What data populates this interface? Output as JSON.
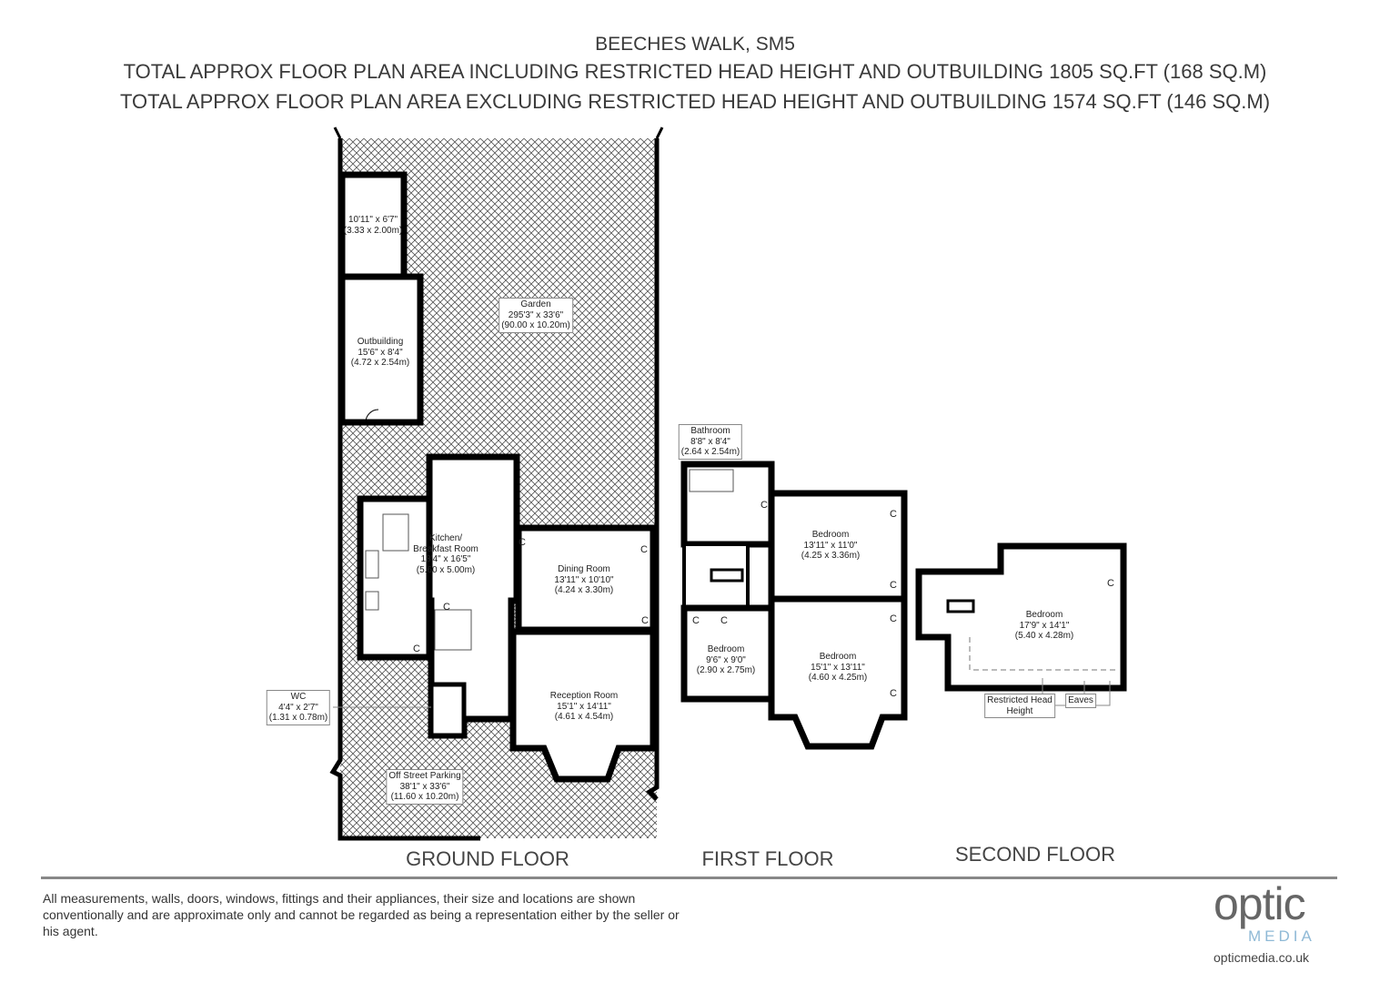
{
  "header": {
    "title": "BEECHES WALK, SM5",
    "line_including": "TOTAL APPROX FLOOR PLAN AREA INCLUDING RESTRICTED HEAD HEIGHT AND OUTBUILDING 1805 SQ.FT (168 SQ.M)",
    "line_excluding": "TOTAL APPROX FLOOR PLAN AREA EXCLUDING RESTRICTED HEAD HEIGHT AND OUTBUILDING 1574 SQ.FT (146 SQ.M)"
  },
  "ground_floor": {
    "label": "GROUND FLOOR",
    "rooms": {
      "store": {
        "name": "",
        "imperial": "10'11\" x 6'7\"",
        "metric": "(3.33 x 2.00m)"
      },
      "outbuilding": {
        "name": "Outbuilding",
        "imperial": "15'6\" x 8'4\"",
        "metric": "(4.72 x 2.54m)"
      },
      "garden": {
        "name": "Garden",
        "imperial": "295'3\" x 33'6\"",
        "metric": "(90.00 x 10.20m)"
      },
      "kitchen": {
        "name": "Kitchen/",
        "name2": "Breakfast Room",
        "imperial": "18'4\" x 16'5\"",
        "metric": "(5.60 x 5.00m)"
      },
      "dining": {
        "name": "Dining Room",
        "imperial": "13'11\" x 10'10\"",
        "metric": "(4.24 x 3.30m)"
      },
      "reception": {
        "name": "Reception Room",
        "imperial": "15'1\" x 14'11\"",
        "metric": "(4.61 x 4.54m)"
      },
      "wc": {
        "name": "WC",
        "imperial": "4'4\" x 2'7\"",
        "metric": "(1.31 x 0.78m)"
      },
      "parking": {
        "name": "Off Street Parking",
        "imperial": "38'1\" x 33'6\"",
        "metric": "(11.60 x 10.20m)"
      }
    }
  },
  "first_floor": {
    "label": "FIRST FLOOR",
    "rooms": {
      "bathroom": {
        "name": "Bathroom",
        "imperial": "8'8\" x 8'4\"",
        "metric": "(2.64 x 2.54m)"
      },
      "bedroom1": {
        "name": "Bedroom",
        "imperial": "13'11\" x 11'0\"",
        "metric": "(4.25 x 3.36m)"
      },
      "bedroom2": {
        "name": "Bedroom",
        "imperial": "15'1\" x 13'11\"",
        "metric": "(4.60 x 4.25m)"
      },
      "bedroom3": {
        "name": "Bedroom",
        "imperial": "9'6\" x 9'0\"",
        "metric": "(2.90 x 2.75m)"
      }
    }
  },
  "second_floor": {
    "label": "SECOND FLOOR",
    "rooms": {
      "bedroom": {
        "name": "Bedroom",
        "imperial": "17'9\" x 14'1\"",
        "metric": "(5.40 x 4.28m)"
      }
    },
    "restricted_label": "Restricted Head",
    "restricted_label2": "Height",
    "eaves_label": "Eaves"
  },
  "cupboard_label": "C",
  "disclaimer": "All measurements, walls, doors, windows, fittings and their appliances, their size and locations are shown conventionally and are approximate only and cannot be regarded as being a representation either by the seller or his agent.",
  "logo": {
    "main": "optic",
    "sub": "MEDIA",
    "url": "opticmedia.co.uk"
  },
  "colors": {
    "logo_blue": "#1f6fa8",
    "logo_grey": "#666666",
    "wall": "#000000"
  }
}
